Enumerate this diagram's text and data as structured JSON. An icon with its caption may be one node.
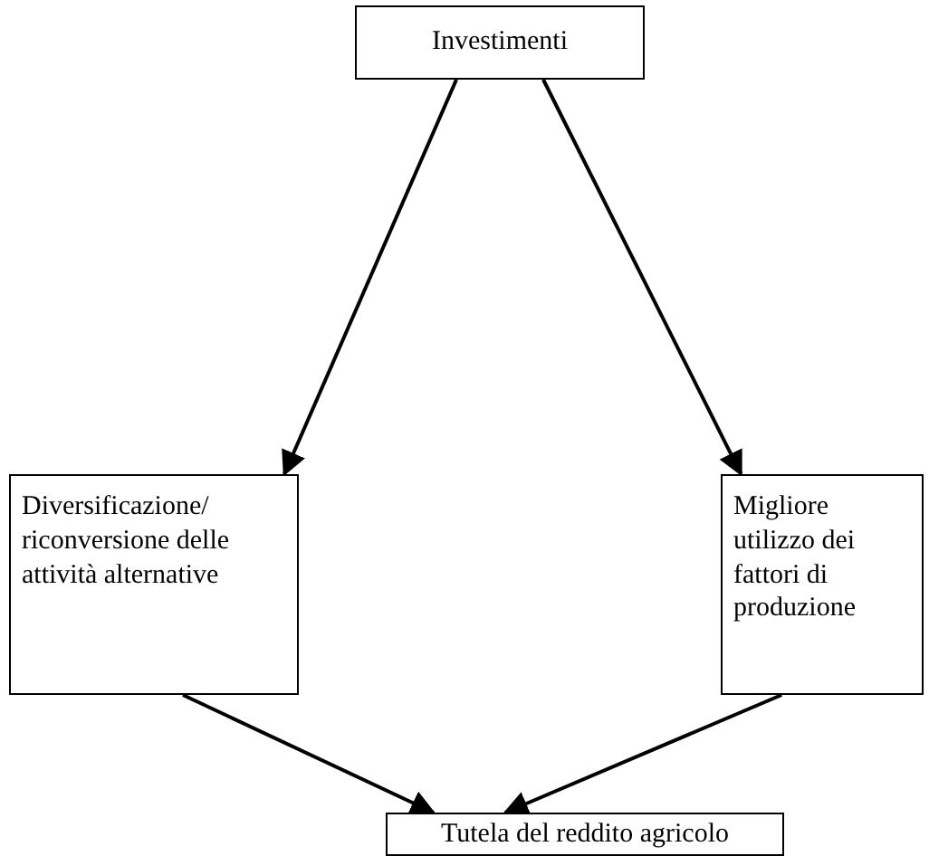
{
  "diagram": {
    "nodes": [
      {
        "text": [
          "Investimenti"
        ]
      },
      {
        "text": [
          "Diversificazione/ riconversione delle attività alternative"
        ]
      },
      {
        "text": [
          "Migliore utilizzo dei fattori di produzione"
        ]
      },
      {
        "text": [
          "Tutela del reddito agricolo"
        ]
      }
    ],
    "edges": [
      {
        "from": 0,
        "to": 1,
        "arrow": "to"
      },
      {
        "from": 0,
        "to": 2,
        "arrow": "to"
      },
      {
        "from": 1,
        "to": 3,
        "arrow": "to"
      },
      {
        "from": 2,
        "to": 3,
        "arrow": "to"
      }
    ]
  }
}
